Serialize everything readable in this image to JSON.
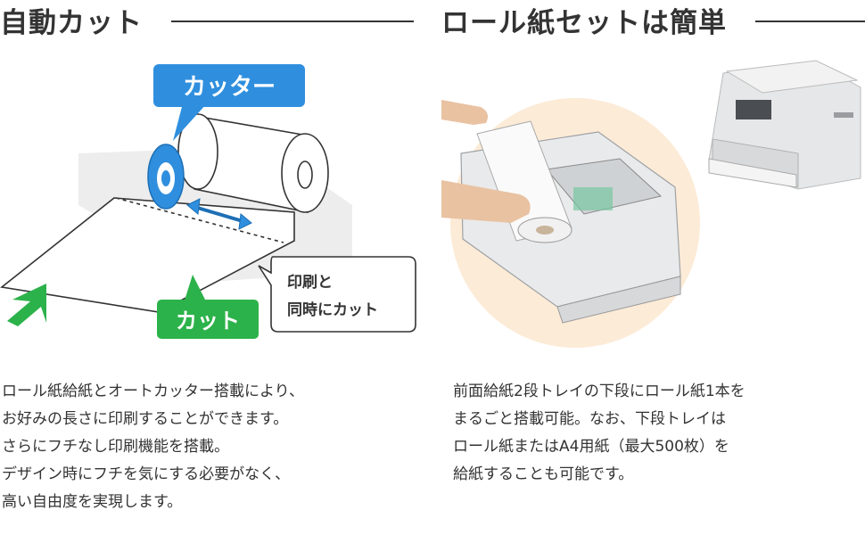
{
  "left": {
    "title": "自動カット",
    "cutter_label": "カッター",
    "cut_label": "カット",
    "print_note_lines": [
      "印刷と",
      "同時にカット"
    ],
    "description_lines": [
      "ロール紙給紙とオートカッター搭載により、",
      "お好みの長さに印刷することができます。",
      "さらにフチなし印刷機能を搭載。",
      "デザイン時にフチを気にする必要がなく、",
      "高い自由度を実現します。"
    ]
  },
  "right": {
    "title": "ロール紙セットは簡単",
    "description_lines": [
      "前面給紙2段トレイの下段にロール紙1本を",
      "まるごと搭載可能。なお、下段トレイは",
      "ロール紙またはA4用紙（最大500枚）を",
      "給紙することも可能です。"
    ]
  },
  "colors": {
    "cutter_blue": "#2f8fde",
    "cut_green": "#2cb24a",
    "tray_beige": "#fcebd7"
  }
}
